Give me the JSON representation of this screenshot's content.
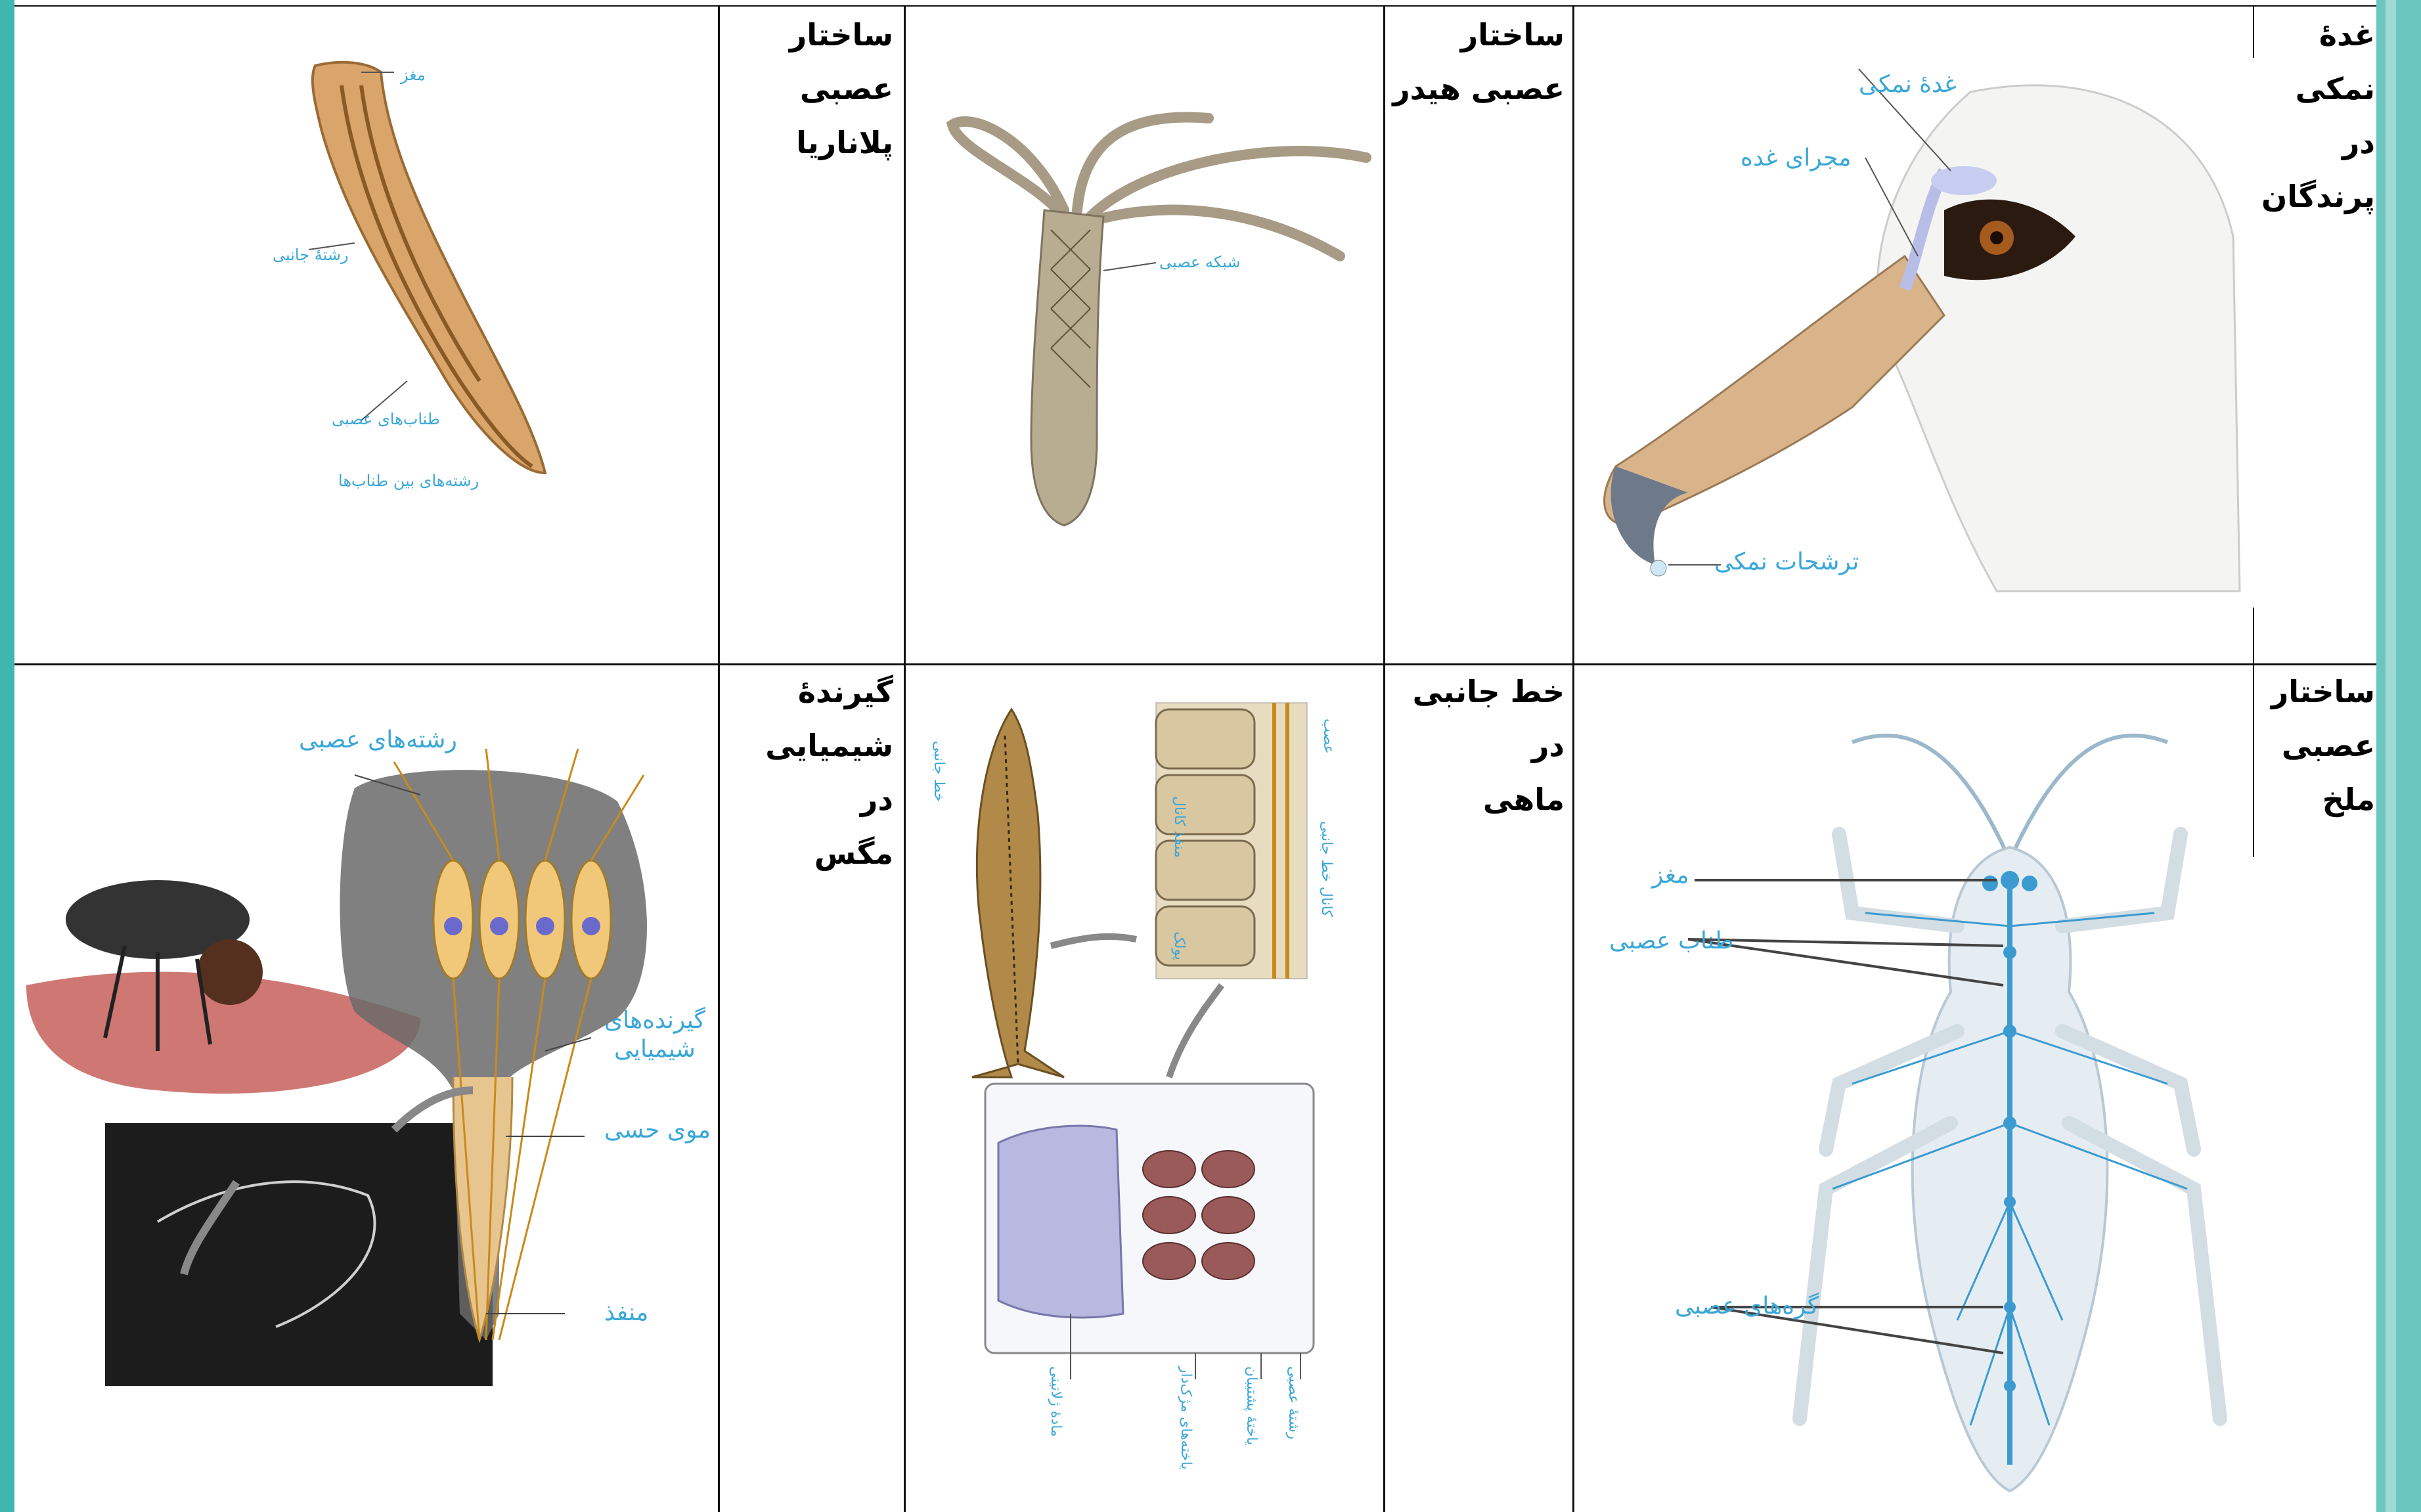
{
  "cells": {
    "salt_gland": {
      "title": "غدهٔ نمکی\nدر\nپرندگان",
      "labels": {
        "gland": "غدهٔ نمکی",
        "duct": "مجرای غده",
        "secretion": "ترشحات نمکی"
      }
    },
    "hydra": {
      "title": "ساختار\nعصبی هیدر",
      "labels": {
        "net": "شبکه عصبی"
      }
    },
    "planaria": {
      "title": "ساختار\nعصبی\nپلاناریا",
      "labels": {
        "brain": "مغز",
        "lateral": "رشتهٔ جانبی",
        "cords": "طناب‌های عصبی",
        "connect": "رشته‌های بین طناب‌ها"
      }
    },
    "grasshopper": {
      "title": "ساختار\nعصبی ملخ",
      "labels": {
        "brain": "مغز",
        "cord": "طناب عصبی",
        "ganglia": "گره‌های عصبی"
      }
    },
    "fish": {
      "title": "خط جانبی در\nماهی",
      "labels": {
        "line": "خط جانبی",
        "nerve_top": "عصب",
        "canal": "کانال خط جانبی",
        "opening": "منفذ کانال",
        "scale": "پولک",
        "gel": "مادهٔ ژلاتینی",
        "sensory": "یاخته‌های مژک‌دار",
        "support": "یاختهٔ پشتیبان",
        "nerve": "رشتهٔ عصبی"
      }
    },
    "fly": {
      "title": "گیرندهٔ\nشیمیایی در\nمگس",
      "labels": {
        "fibers": "رشته‌های عصبی",
        "receptors": "گیرنده‌های\nشیمیایی",
        "hair": "موی حسی",
        "pore": "منفذ"
      }
    }
  },
  "colors": {
    "frame": "#3fb7b0",
    "label": "#3aa7d8",
    "nerve": "#3b9bd1"
  }
}
